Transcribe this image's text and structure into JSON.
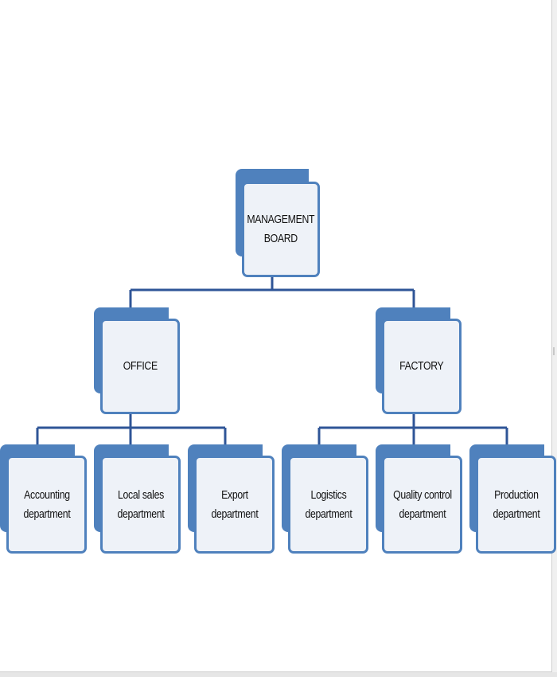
{
  "chart": {
    "root": {
      "label": "MANAGEMENT\nBOARD"
    },
    "branches": [
      {
        "label": "OFFICE",
        "children": [
          {
            "label": "Accounting\ndepartment"
          },
          {
            "label": "Local sales\ndepartment"
          },
          {
            "label": "Export\ndepartment"
          }
        ]
      },
      {
        "label": "FACTORY",
        "children": [
          {
            "label": "Logistics\ndepartment"
          },
          {
            "label": "Quality control\ndepartment"
          },
          {
            "label": "Production\ndepartment"
          }
        ]
      }
    ]
  },
  "colors": {
    "accent": "#4f81bd",
    "box_fill": "#eef2f8",
    "line": "#2f5597"
  }
}
